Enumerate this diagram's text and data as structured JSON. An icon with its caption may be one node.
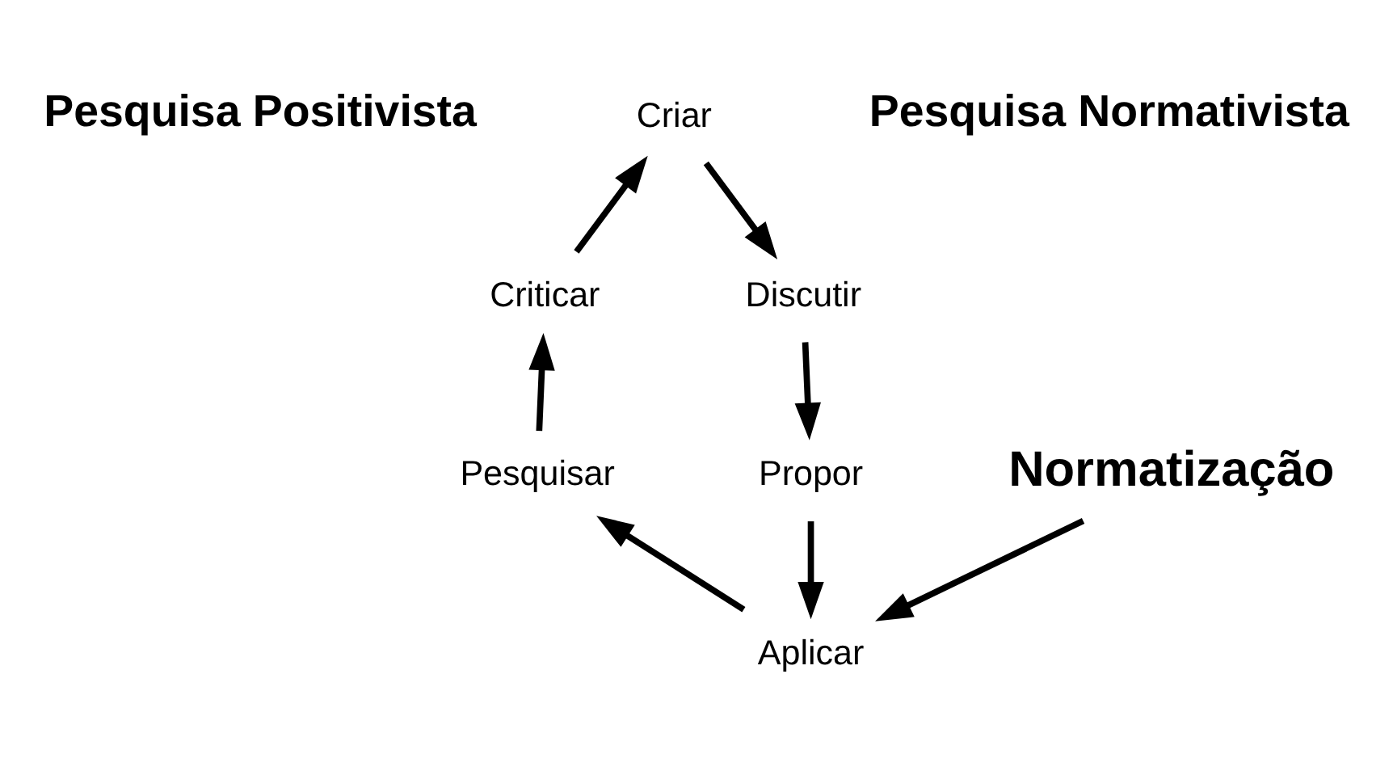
{
  "diagram": {
    "nodes": [
      {
        "text": [
          "Criar"
        ]
      },
      {
        "text": [
          "Criticar"
        ]
      },
      {
        "text": [
          "Discutir"
        ]
      },
      {
        "text": [
          "Pesquisar"
        ]
      },
      {
        "text": [
          "Propor"
        ]
      },
      {
        "text": [
          "Aplicar"
        ]
      },
      {
        "text": [
          "Normatização"
        ]
      }
    ],
    "edges": [
      {
        "from": 0,
        "to": 2,
        "arrow": "to"
      },
      {
        "from": 2,
        "to": 4,
        "arrow": "to"
      },
      {
        "from": 4,
        "to": 5,
        "arrow": "to"
      },
      {
        "from": 5,
        "to": 3,
        "arrow": "to"
      },
      {
        "from": 3,
        "to": 1,
        "arrow": "to"
      },
      {
        "from": 1,
        "to": 0,
        "arrow": "to"
      },
      {
        "from": 6,
        "to": 5,
        "arrow": "to"
      }
    ],
    "labels": [
      "Pesquisa Normativista",
      "Pesquisa Positivista"
    ]
  }
}
